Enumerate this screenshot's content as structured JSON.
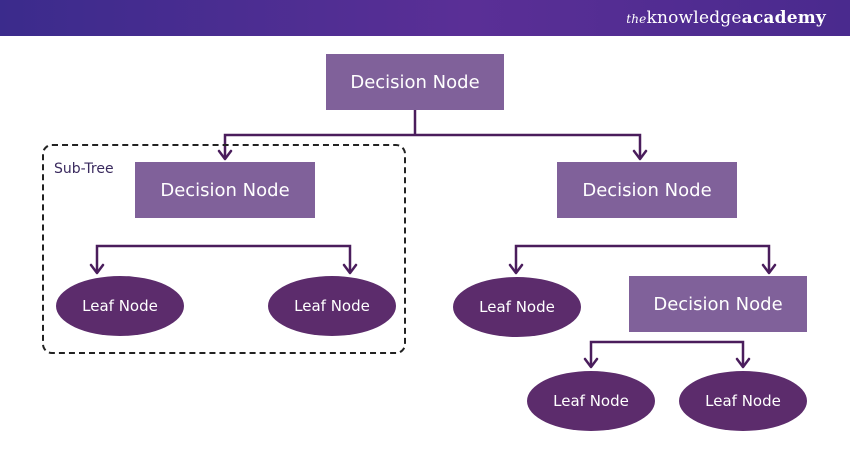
{
  "brand": {
    "prefix": "the",
    "name": "knowledge",
    "suffix": "academy"
  },
  "subtree_label": "Sub-Tree",
  "nodes": {
    "root": "Decision Node",
    "left": "Decision Node",
    "right": "Decision Node",
    "left_leaf_1": "Leaf Node",
    "left_leaf_2": "Leaf Node",
    "right_leaf": "Leaf Node",
    "right_decision": "Decision Node",
    "bottom_leaf_1": "Leaf Node",
    "bottom_leaf_2": "Leaf Node"
  },
  "colors": {
    "header": "#4b2d90",
    "decision_node": "#80619a",
    "leaf_node": "#5c2c6c",
    "connector": "#4a1d5c"
  }
}
